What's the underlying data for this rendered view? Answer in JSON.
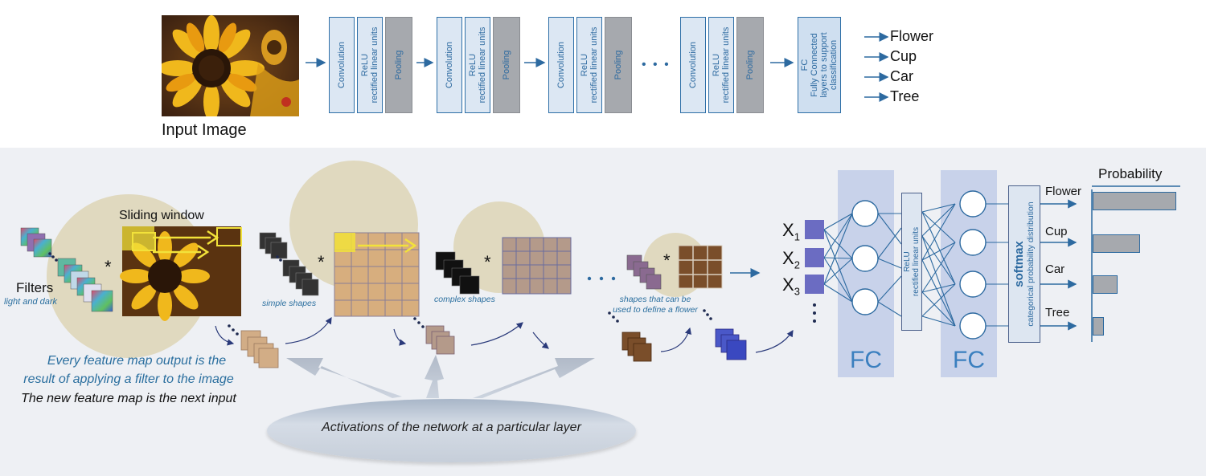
{
  "top": {
    "input_label": "Input Image",
    "stages": [
      {
        "convolution": "Convolution",
        "relu": "ReLU\nrectified linear units",
        "pooling": "Pooling"
      },
      {
        "convolution": "Convolution",
        "relu": "ReLU\nrectified linear units",
        "pooling": "Pooling"
      },
      {
        "convolution": "Convolution",
        "relu": "ReLU\nrectified linear units",
        "pooling": "Pooling"
      },
      {
        "convolution": "Convolution",
        "relu": "ReLU\nrectified linear units",
        "pooling": "Pooling"
      }
    ],
    "ellipsis": "• • •",
    "fc": "FC\nFully Connected\nlayers to support\nclassification",
    "outputs": [
      "Flower",
      "Cup",
      "Car",
      "Tree"
    ]
  },
  "bottom": {
    "filters_label": "Filters",
    "filters_sub": "light and dark",
    "sliding_window": "Sliding window",
    "asterisk": "*",
    "simple_shapes": "simple shapes",
    "complex_shapes": "complex shapes",
    "flower_shapes": "shapes that can be\nused to define a flower",
    "caption_line1": "Every feature map output is the",
    "caption_line2": "result of applying a filter to the image",
    "caption_line3": "The new feature map is the next input",
    "activations": "Activations of the network at a particular layer",
    "x_inputs": [
      {
        "base": "X",
        "sub": "1"
      },
      {
        "base": "X",
        "sub": "2"
      },
      {
        "base": "X",
        "sub": "3"
      }
    ],
    "fc_label_1": "FC",
    "fc_label_2": "FC",
    "relu": "ReLU\nrectified linear units",
    "softmax_title": "softmax",
    "softmax_sub": "categorical probability distribution",
    "probability_title": "Probability",
    "classes": [
      "Flower",
      "Cup",
      "Car",
      "Tree"
    ],
    "probabilities": [
      1.0,
      0.57,
      0.3,
      0.13
    ],
    "colors": {
      "accent": "#2d6aa0",
      "node_fill": "#ffffff",
      "fc_band": "#c8d2ea",
      "bar_fill": "#a6a9ae"
    }
  }
}
